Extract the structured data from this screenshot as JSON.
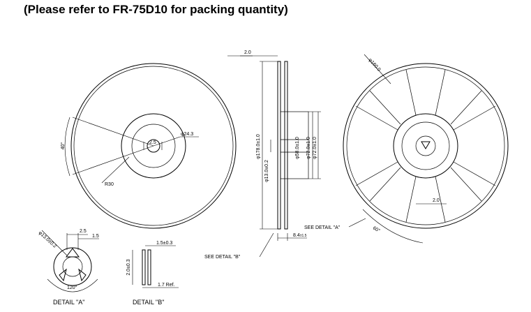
{
  "heading": "(Please refer to FR-75D10 for packing quantity)",
  "front_view": {
    "dim_angle": "40°",
    "dim_hub": "φ24.3",
    "dim_radius": "R30",
    "dim_slot": "2.5"
  },
  "side_view": {
    "dim_flange": "2.0",
    "dim_outer": "φ178.0±1.0",
    "dim_arbor": "φ13.0±0.2",
    "dim_hub1": "φ58.0±1.0",
    "dim_hub2": "φ72.0±1.0",
    "dim_hub3": "φ72.0±1.0",
    "dim_width": "8.4",
    "dim_width_tol": "±1.5",
    "see_detail_a": "SEE DETAIL \"A\"",
    "see_detail_b": "SEE DETAIL \"B\""
  },
  "back_view": {
    "dim_diameter": "φ160.0",
    "dim_flange": "2.0",
    "dim_angle": "60°"
  },
  "detail_a": {
    "caption": "DETAIL \"A\"",
    "dim_slot": "2.5",
    "dim_key": "1.5",
    "dim_diameter": "φ13.0±0.2",
    "dim_angle": "120°"
  },
  "detail_b": {
    "caption": "DETAIL \"B\"",
    "dim_top": "1.5±0.3",
    "dim_height": "2.0±0.3",
    "dim_bottom": "1.7 Ref."
  }
}
